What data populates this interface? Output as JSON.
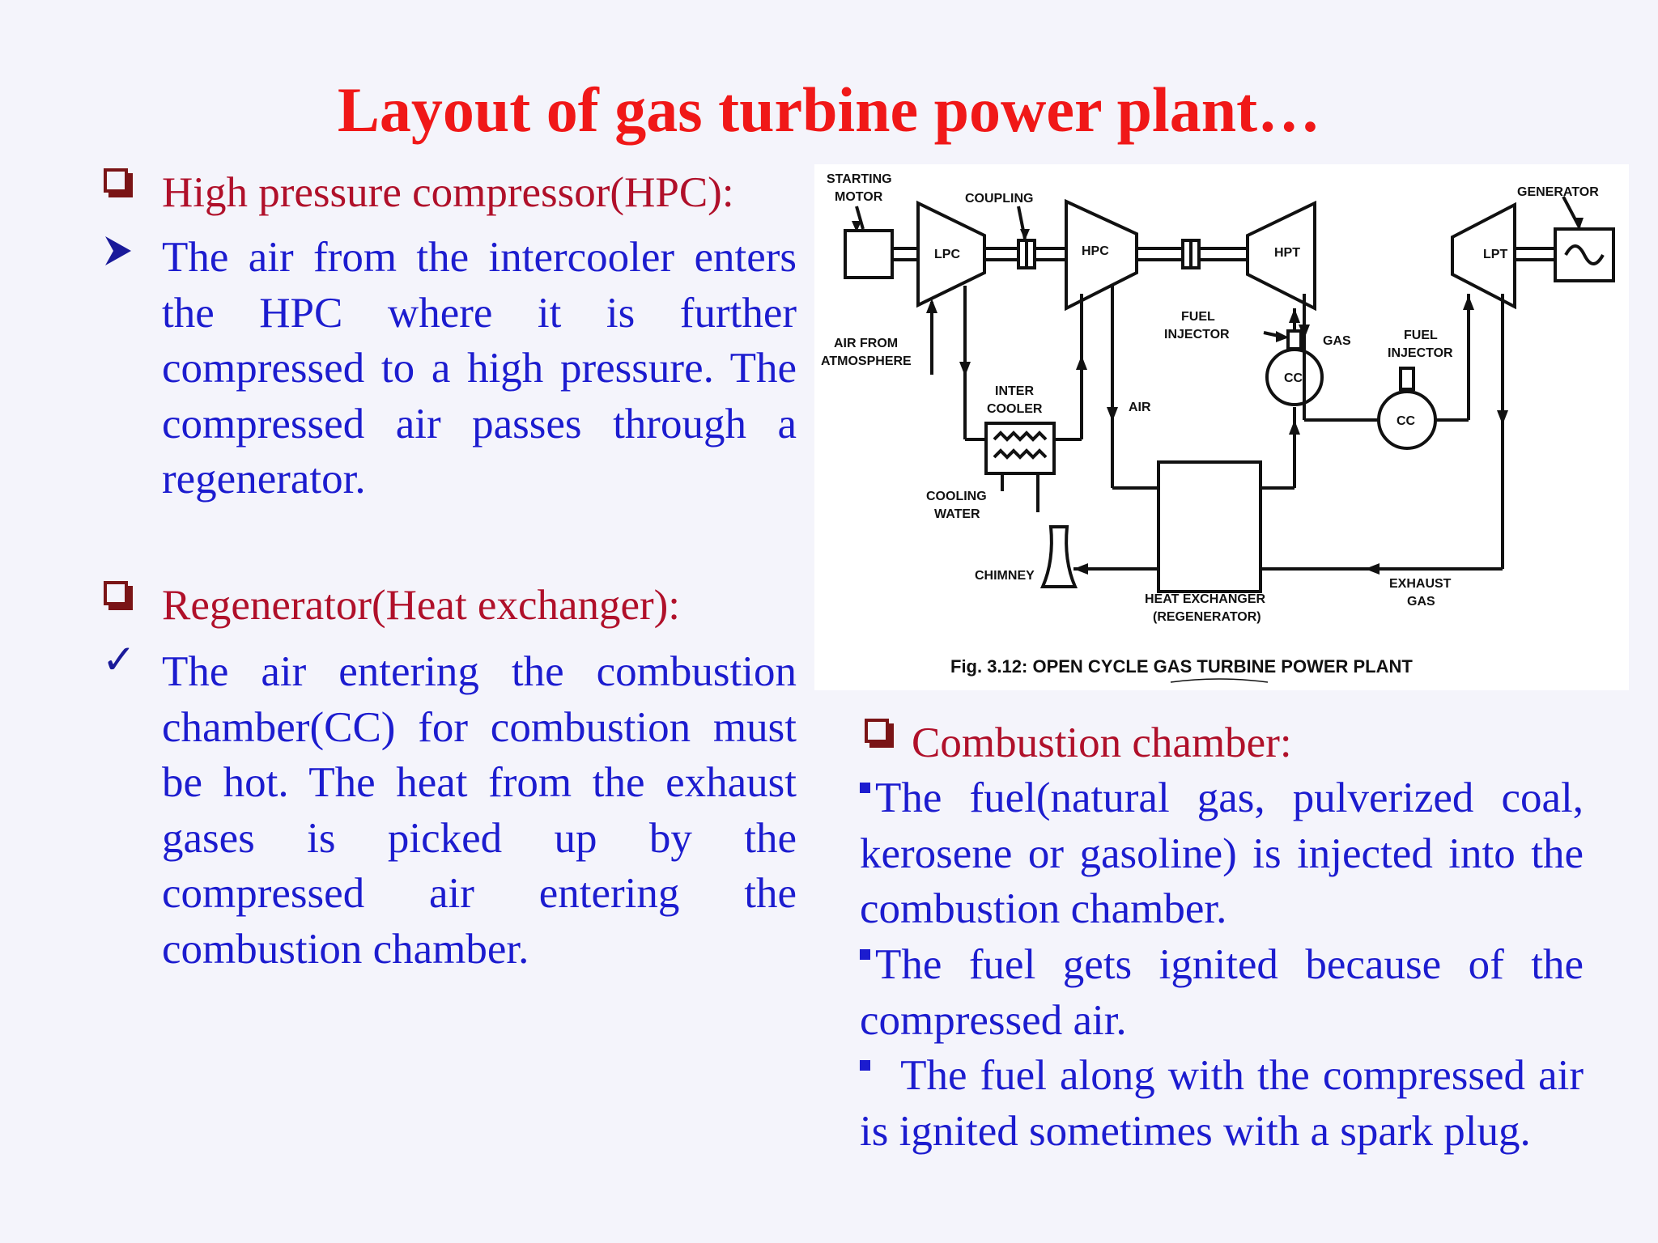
{
  "title": "Layout of gas turbine power plant…",
  "left": {
    "hpc_heading": "High pressure compressor(HPC):",
    "hpc_text": "The air from the intercooler enters the HPC where it is further compressed to a high pressure. The compressed air passes through a regenerator.",
    "regen_heading": "Regenerator(Heat exchanger):",
    "regen_text": "The air entering the combustion chamber(CC) for combustion must be hot. The heat from the exhaust gases is picked up by the compressed air entering the combustion chamber."
  },
  "right": {
    "cc_heading": "Combustion chamber:",
    "bullets": [
      "The fuel(natural gas, pulverized coal, kerosene or gasoline) is injected into the combustion chamber.",
      "The fuel gets ignited because of the compressed air.",
      " The fuel along with the compressed air is ignited sometimes with a spark plug."
    ]
  },
  "diagram": {
    "labels": {
      "starting_motor_1": "STARTING",
      "starting_motor_2": "MOTOR",
      "coupling": "COUPLING",
      "generator": "GENERATOR",
      "lpc": "LPC",
      "hpc": "HPC",
      "hpt": "HPT",
      "lpt": "LPT",
      "fuel_injector_1a": "FUEL",
      "fuel_injector_1b": "INJECTOR",
      "fuel_injector_2a": "FUEL",
      "fuel_injector_2b": "INJECTOR",
      "gas": "GAS",
      "cc1": "CC",
      "cc2": "CC",
      "air_from_1": "AIR FROM",
      "air_from_2": "ATMOSPHERE",
      "inter_cooler_1": "INTER",
      "inter_cooler_2": "COOLER",
      "air": "AIR",
      "cooling_water_1": "COOLING",
      "cooling_water_2": "WATER",
      "chimney": "CHIMNEY",
      "heat_exchanger_1": "HEAT EXCHANGER",
      "heat_exchanger_2": "(REGENERATOR)",
      "exhaust_gas_1": "EXHAUST",
      "exhaust_gas_2": "GAS",
      "caption": "Fig. 3.12: OPEN CYCLE GAS TURBINE POWER PLANT"
    }
  },
  "colors": {
    "title": "#f01818",
    "heading": "#b0102a",
    "body_text": "#1c1ccf",
    "background": "#f4f4fb"
  }
}
